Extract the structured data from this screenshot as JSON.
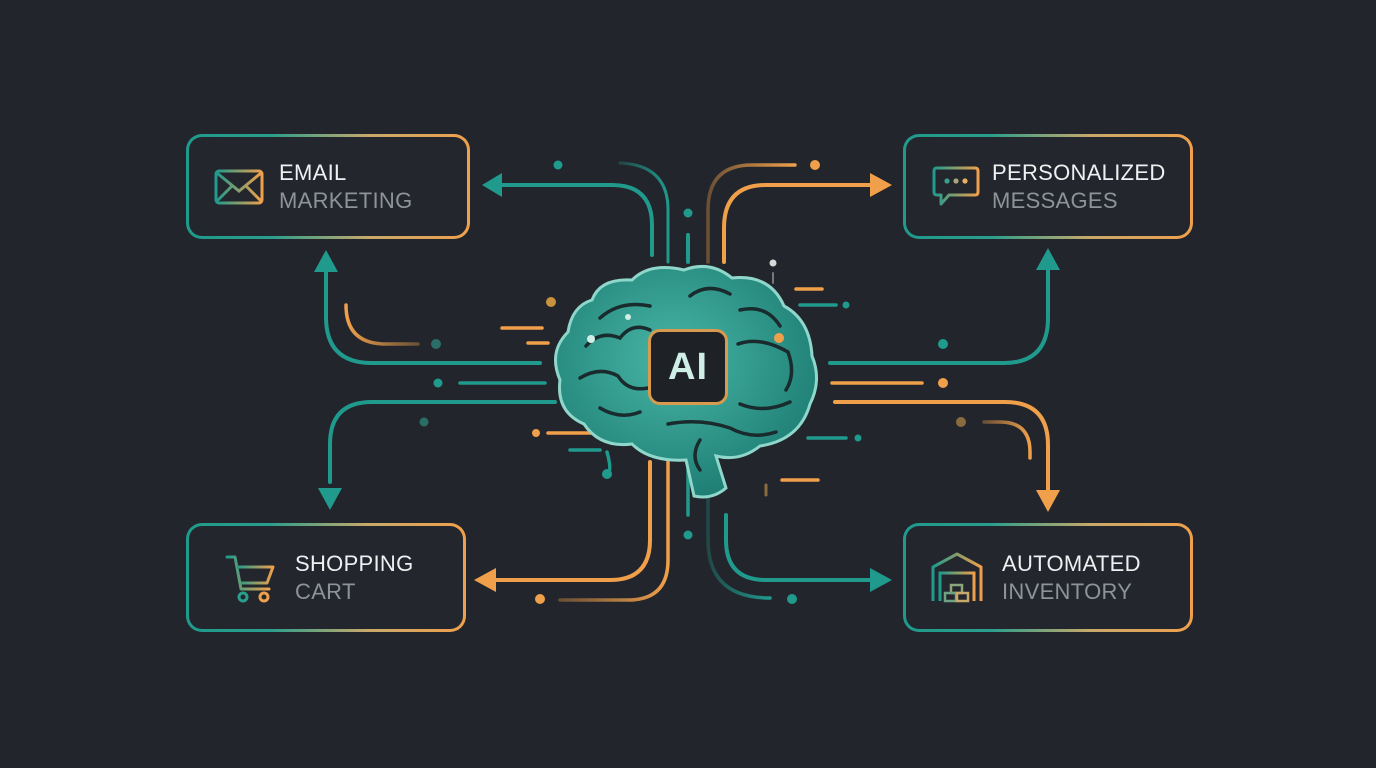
{
  "diagram": {
    "center": {
      "label": "AI",
      "icon": "brain-icon"
    },
    "nodes": [
      {
        "id": "email",
        "line1": "EMAIL",
        "line2": "MARKETING",
        "icon": "envelope-icon",
        "position": "top-left"
      },
      {
        "id": "messages",
        "line1": "PERSONALIZED",
        "line2": "MESSAGES",
        "icon": "chat-bubble-icon",
        "position": "top-right"
      },
      {
        "id": "cart",
        "line1": "SHOPPING",
        "line2": "CART",
        "icon": "shopping-cart-icon",
        "position": "bottom-left"
      },
      {
        "id": "inventory",
        "line1": "AUTOMATED",
        "line2": "INVENTORY",
        "icon": "warehouse-icon",
        "position": "bottom-right"
      }
    ],
    "connections": [
      {
        "from": "AI",
        "to": "EMAIL MARKETING",
        "color": "teal"
      },
      {
        "from": "EMAIL MARKETING",
        "to": "AI",
        "direction": "up-arrow-into-email",
        "color": "teal"
      },
      {
        "from": "AI",
        "to": "PERSONALIZED MESSAGES",
        "color": "orange"
      },
      {
        "from": "AI",
        "to": "PERSONALIZED MESSAGES",
        "direction": "up-arrow-into-messages",
        "color": "teal"
      },
      {
        "from": "AI",
        "to": "SHOPPING CART",
        "color": "teal",
        "direction": "down-arrow"
      },
      {
        "from": "AI",
        "to": "SHOPPING CART",
        "color": "orange",
        "direction": "left-arrow"
      },
      {
        "from": "AI",
        "to": "AUTOMATED INVENTORY",
        "color": "orange",
        "direction": "down-arrow"
      },
      {
        "from": "AI",
        "to": "AUTOMATED INVENTORY",
        "color": "teal",
        "direction": "right-arrow"
      }
    ],
    "colors": {
      "background": "#22252b",
      "teal": "#1f9a8c",
      "orange": "#f0a04b",
      "brain": "#2a9488",
      "text_primary": "#eef0f2",
      "text_secondary": "#8e939a"
    }
  }
}
